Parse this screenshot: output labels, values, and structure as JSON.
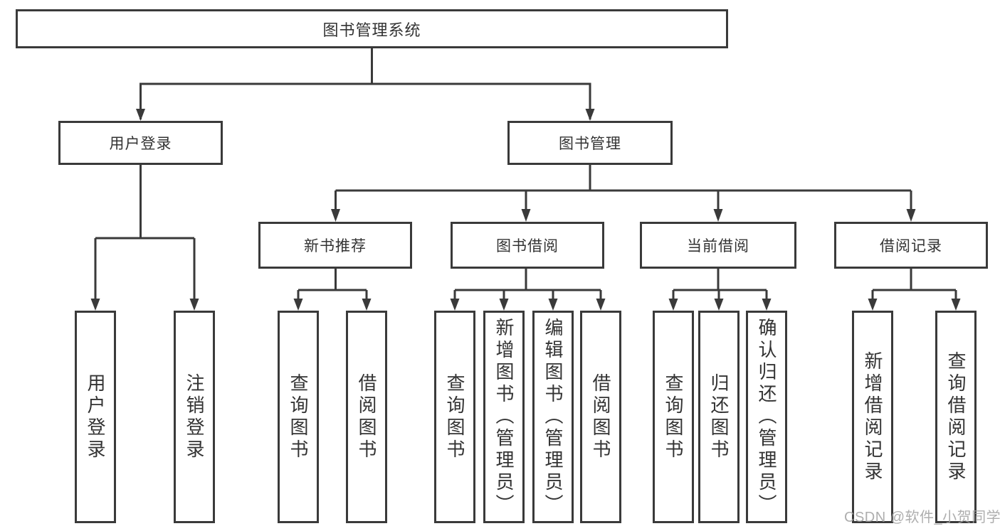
{
  "tree": {
    "label": "图书管理系统",
    "children": [
      {
        "label": "用户登录",
        "children": [
          {
            "label": "用户登录"
          },
          {
            "label": "注销登录"
          }
        ]
      },
      {
        "label": "图书管理",
        "children": [
          {
            "label": "新书推荐",
            "children": [
              {
                "label": "查询图书"
              },
              {
                "label": "借阅图书"
              }
            ]
          },
          {
            "label": "图书借阅",
            "children": [
              {
                "label": "查询图书"
              },
              {
                "label": "新增图书（管理员）"
              },
              {
                "label": "编辑图书（管理员）"
              },
              {
                "label": "借阅图书"
              }
            ]
          },
          {
            "label": "当前借阅",
            "children": [
              {
                "label": "查询图书"
              },
              {
                "label": "归还图书"
              },
              {
                "label": "确认归还（管理员）"
              }
            ]
          },
          {
            "label": "借阅记录",
            "children": [
              {
                "label": "新增借阅记录"
              },
              {
                "label": "查询借阅记录"
              }
            ]
          }
        ]
      }
    ]
  },
  "watermark": {
    "text": "CSDN @软件_小贺同学"
  },
  "colors": {
    "line": "#3a3a3a",
    "text": "#333333",
    "watermark": "#a0a0a0",
    "background": "#ffffff"
  }
}
